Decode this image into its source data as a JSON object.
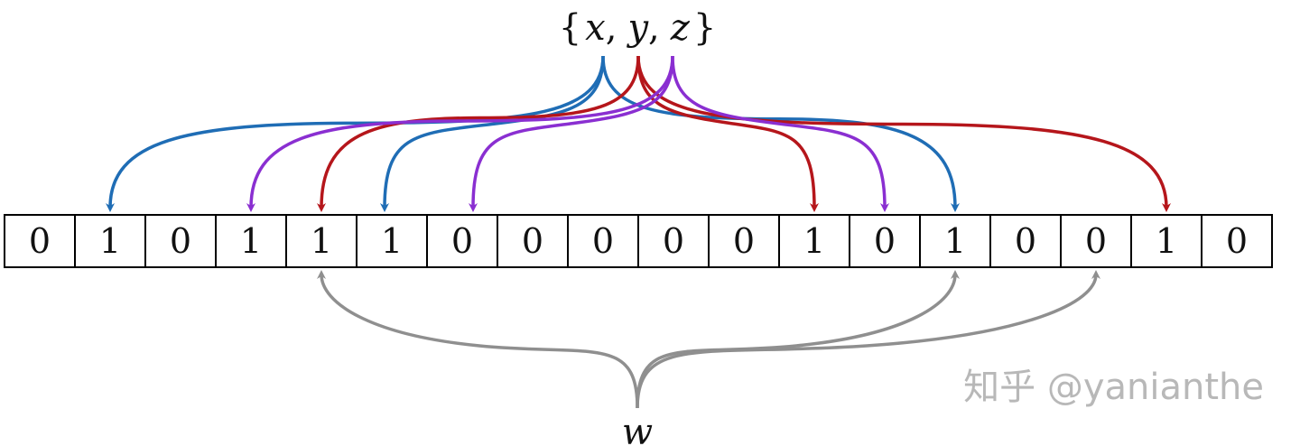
{
  "set_label": {
    "open": "{",
    "x": "x",
    "sep1": ",",
    "y": "y",
    "sep2": ",",
    "z": "z",
    "close": "}"
  },
  "query_label": "w",
  "watermark": "知乎 @yanianthe",
  "bits": [
    0,
    1,
    0,
    1,
    1,
    1,
    0,
    0,
    0,
    0,
    0,
    1,
    0,
    1,
    0,
    0,
    1,
    0
  ],
  "colors": {
    "x": "#1f6db5",
    "y": "#b5161b",
    "z": "#8a2fd1",
    "w": "#8f8f8f"
  },
  "mappings": {
    "x": [
      1,
      5,
      13
    ],
    "y": [
      4,
      11,
      16
    ],
    "z": [
      3,
      6,
      12
    ],
    "w": [
      4,
      13,
      15
    ]
  }
}
